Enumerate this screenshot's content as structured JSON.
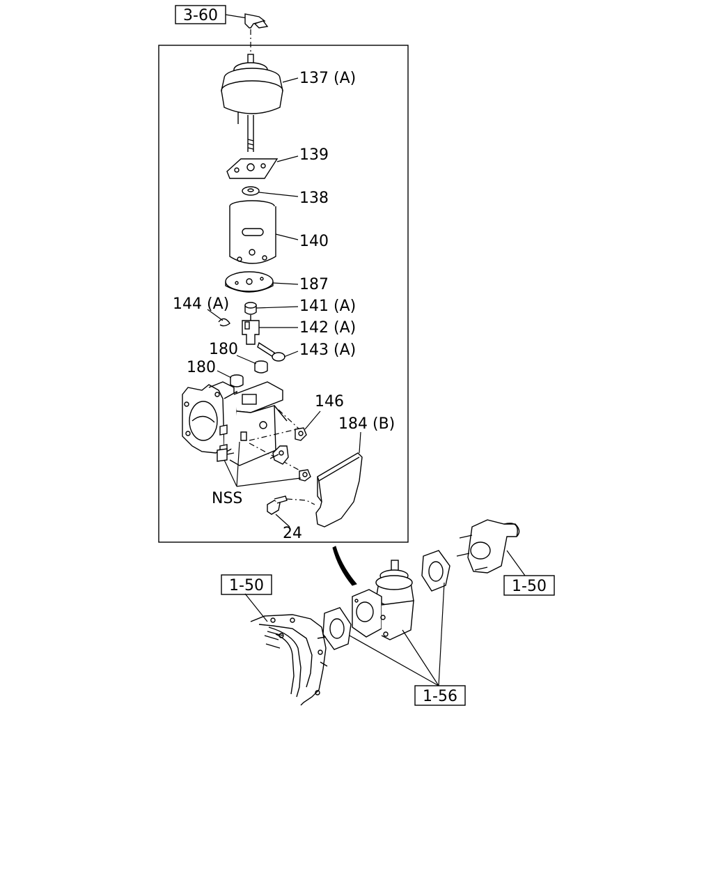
{
  "callouts": {
    "ref_top": "3-60",
    "p137": "137 (A)",
    "p139": "139",
    "p138": "138",
    "p140": "140",
    "p187": "187",
    "p144": "144 (A)",
    "p141": "141 (A)",
    "p142": "142 (A)",
    "p143": "143 (A)",
    "p180a": "180",
    "p180b": "180",
    "p146": "146",
    "p184": "184 (B)",
    "nss": "NSS",
    "p24": "24",
    "ref_left": "1-50",
    "ref_right": "1-50",
    "ref_bottom": "1-56"
  }
}
